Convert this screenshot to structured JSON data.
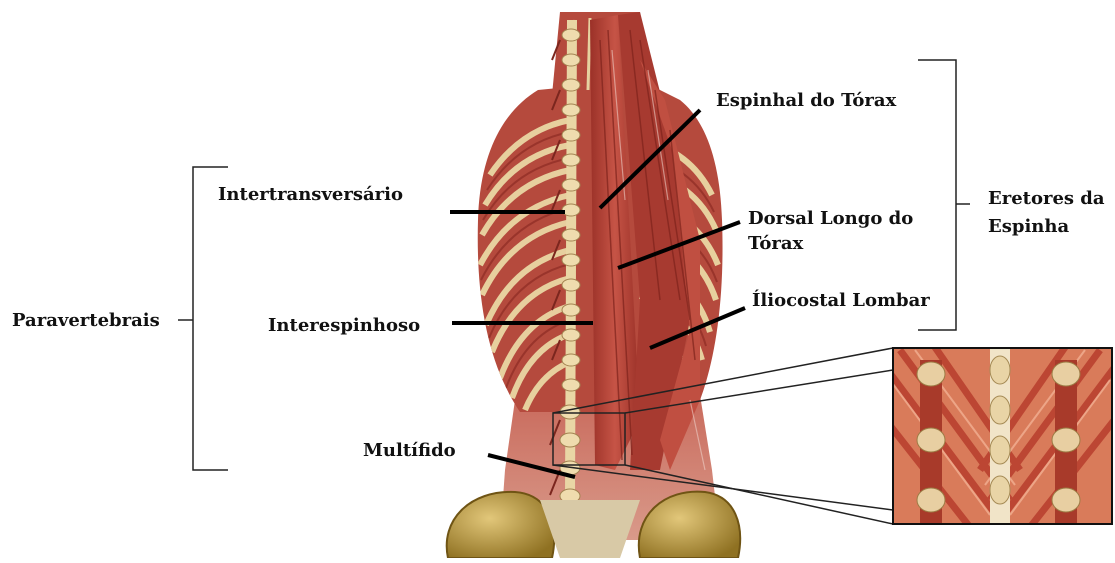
{
  "labels": {
    "intertransversario": "Intertransversário",
    "interespinhoso": "Interespinhoso",
    "multifido": "Multífido",
    "paravertebrais": "Paravertebrais",
    "espinhal_torax": "Espinhal do Tórax",
    "dorsal_longo_line1": "Dorsal Longo do",
    "dorsal_longo_line2": "Tórax",
    "iliocostal_lombar": "Íliocostal Lombar",
    "eretores_line1": "Eretores da",
    "eretores_line2": "Espinha"
  },
  "colors": {
    "muscle_red": "#b8453a",
    "muscle_dark": "#8e2c24",
    "muscle_light": "#d9806a",
    "rib_bone": "#e8d29a",
    "bone_pelvis": "#b7963c",
    "tendon": "#e6e0d6",
    "leader_line": "#000000",
    "bracket": "#222222"
  }
}
